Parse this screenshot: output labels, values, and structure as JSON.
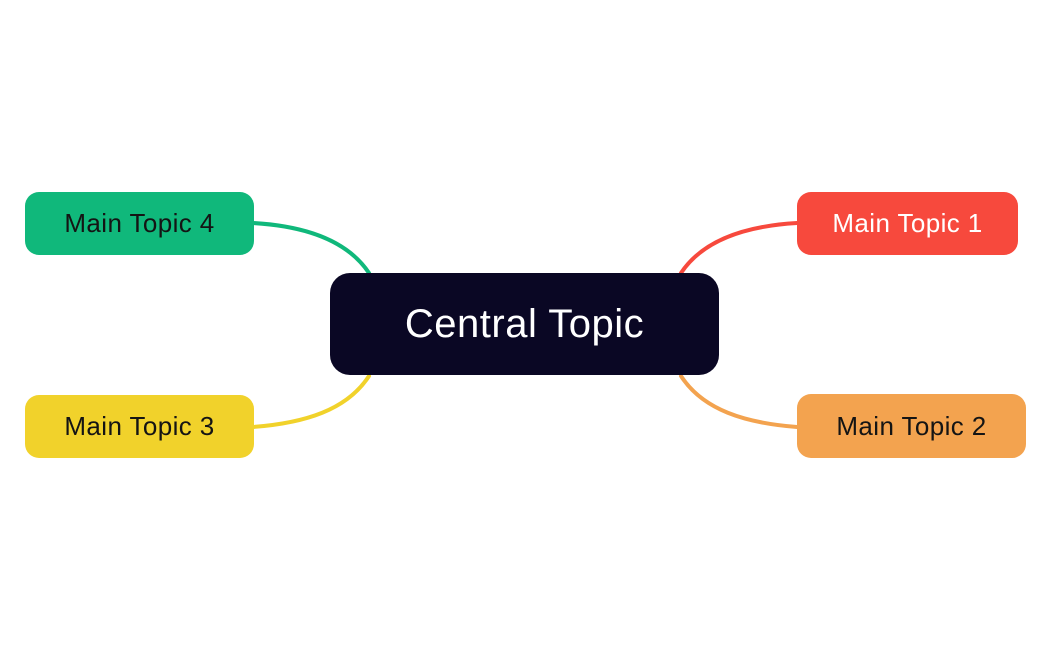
{
  "canvas": {
    "background": "#ffffff"
  },
  "central": {
    "label": "Central Topic",
    "bg": "#0a0724",
    "text_color": "#ffffff"
  },
  "nodes": [
    {
      "id": "main-topic-1",
      "label": "Main Topic 1",
      "bg": "#f7493d",
      "text_color": "#ffffff",
      "position": "top-right"
    },
    {
      "id": "main-topic-2",
      "label": "Main Topic 2",
      "bg": "#f3a34f",
      "text_color": "#141414",
      "position": "bottom-right"
    },
    {
      "id": "main-topic-3",
      "label": "Main Topic 3",
      "bg": "#f1d22b",
      "text_color": "#141414",
      "position": "bottom-left"
    },
    {
      "id": "main-topic-4",
      "label": "Main Topic 4",
      "bg": "#10b87b",
      "text_color": "#141414",
      "position": "top-left"
    }
  ],
  "connectors": [
    {
      "from": "central",
      "to": "main-topic-1",
      "color": "#f7493d"
    },
    {
      "from": "central",
      "to": "main-topic-2",
      "color": "#f3a34f"
    },
    {
      "from": "central",
      "to": "main-topic-3",
      "color": "#f1d22b"
    },
    {
      "from": "central",
      "to": "main-topic-4",
      "color": "#10b87b"
    }
  ]
}
